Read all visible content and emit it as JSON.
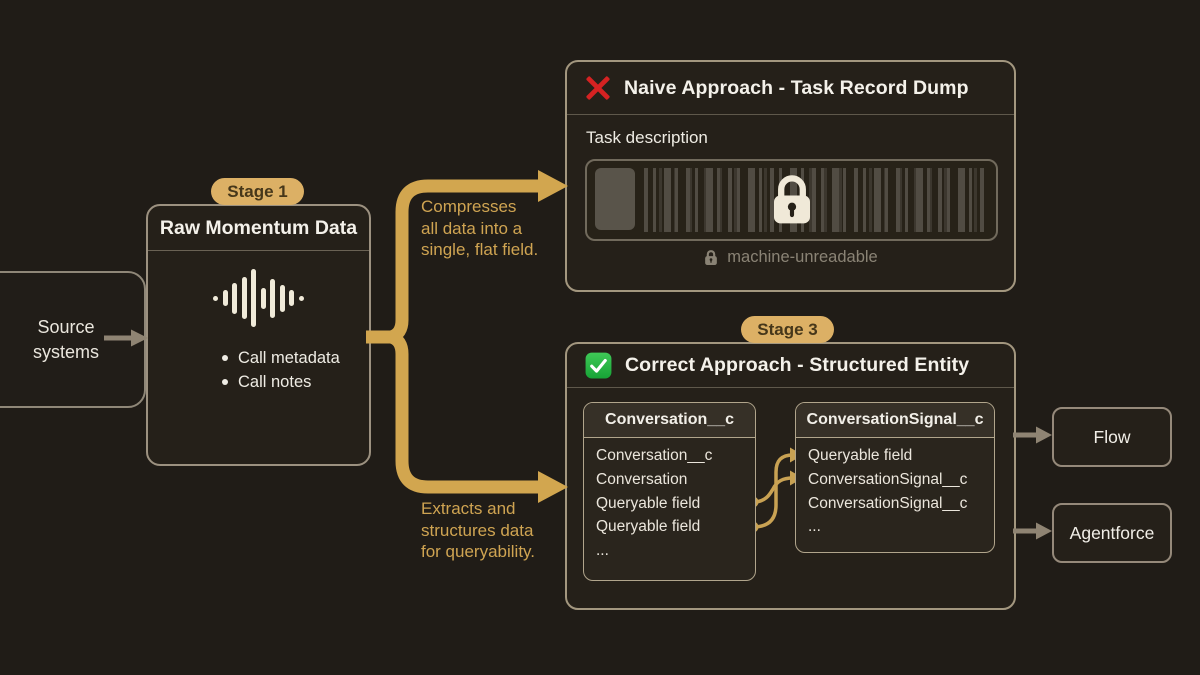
{
  "source": {
    "line1": "Source",
    "line2": "systems"
  },
  "stage1": {
    "badge": "Stage 1",
    "title": "Raw Momentum Data",
    "icon": "audio-waveform-icon",
    "bullets": [
      "Call metadata",
      "Call notes"
    ]
  },
  "branch_top_label": {
    "line1": "Compresses",
    "line2": "all data into a",
    "line3": "single, flat field."
  },
  "branch_bottom_label": {
    "line1": "Extracts and",
    "line2": "structures data",
    "line3": "for queryability."
  },
  "naive": {
    "icon": "red-x-icon",
    "title": "Naive Approach - Task Record Dump",
    "field_label": "Task description",
    "field_icon": "lock-icon",
    "caption_icon": "lock-icon",
    "caption": "machine-unreadable"
  },
  "stage3": {
    "badge": "Stage 3",
    "icon": "green-check-icon",
    "title": "Correct Approach - Structured Entity",
    "table1": {
      "header": "Conversation__c",
      "rows": [
        "Conversation__c",
        "Conversation",
        "Queryable field",
        "Queryable field",
        "..."
      ]
    },
    "table2": {
      "header": "ConversationSignal__c",
      "rows": [
        "Queryable field",
        "ConversationSignal__c",
        "ConversationSignal__c",
        "..."
      ]
    }
  },
  "outputs": [
    {
      "label": "Flow"
    },
    {
      "label": "Agentforce"
    }
  ],
  "colors": {
    "background": "#201c17",
    "gold_accent": "#d2a64f",
    "gold_text": "#cfa452",
    "badge_gold": "#dcb065",
    "error_red": "#d52222",
    "success_green": "#2db84c",
    "muted_gray_text": "#8a8375",
    "arrow_gray": "#8f8473",
    "box_border_tan": "#a3977f"
  }
}
